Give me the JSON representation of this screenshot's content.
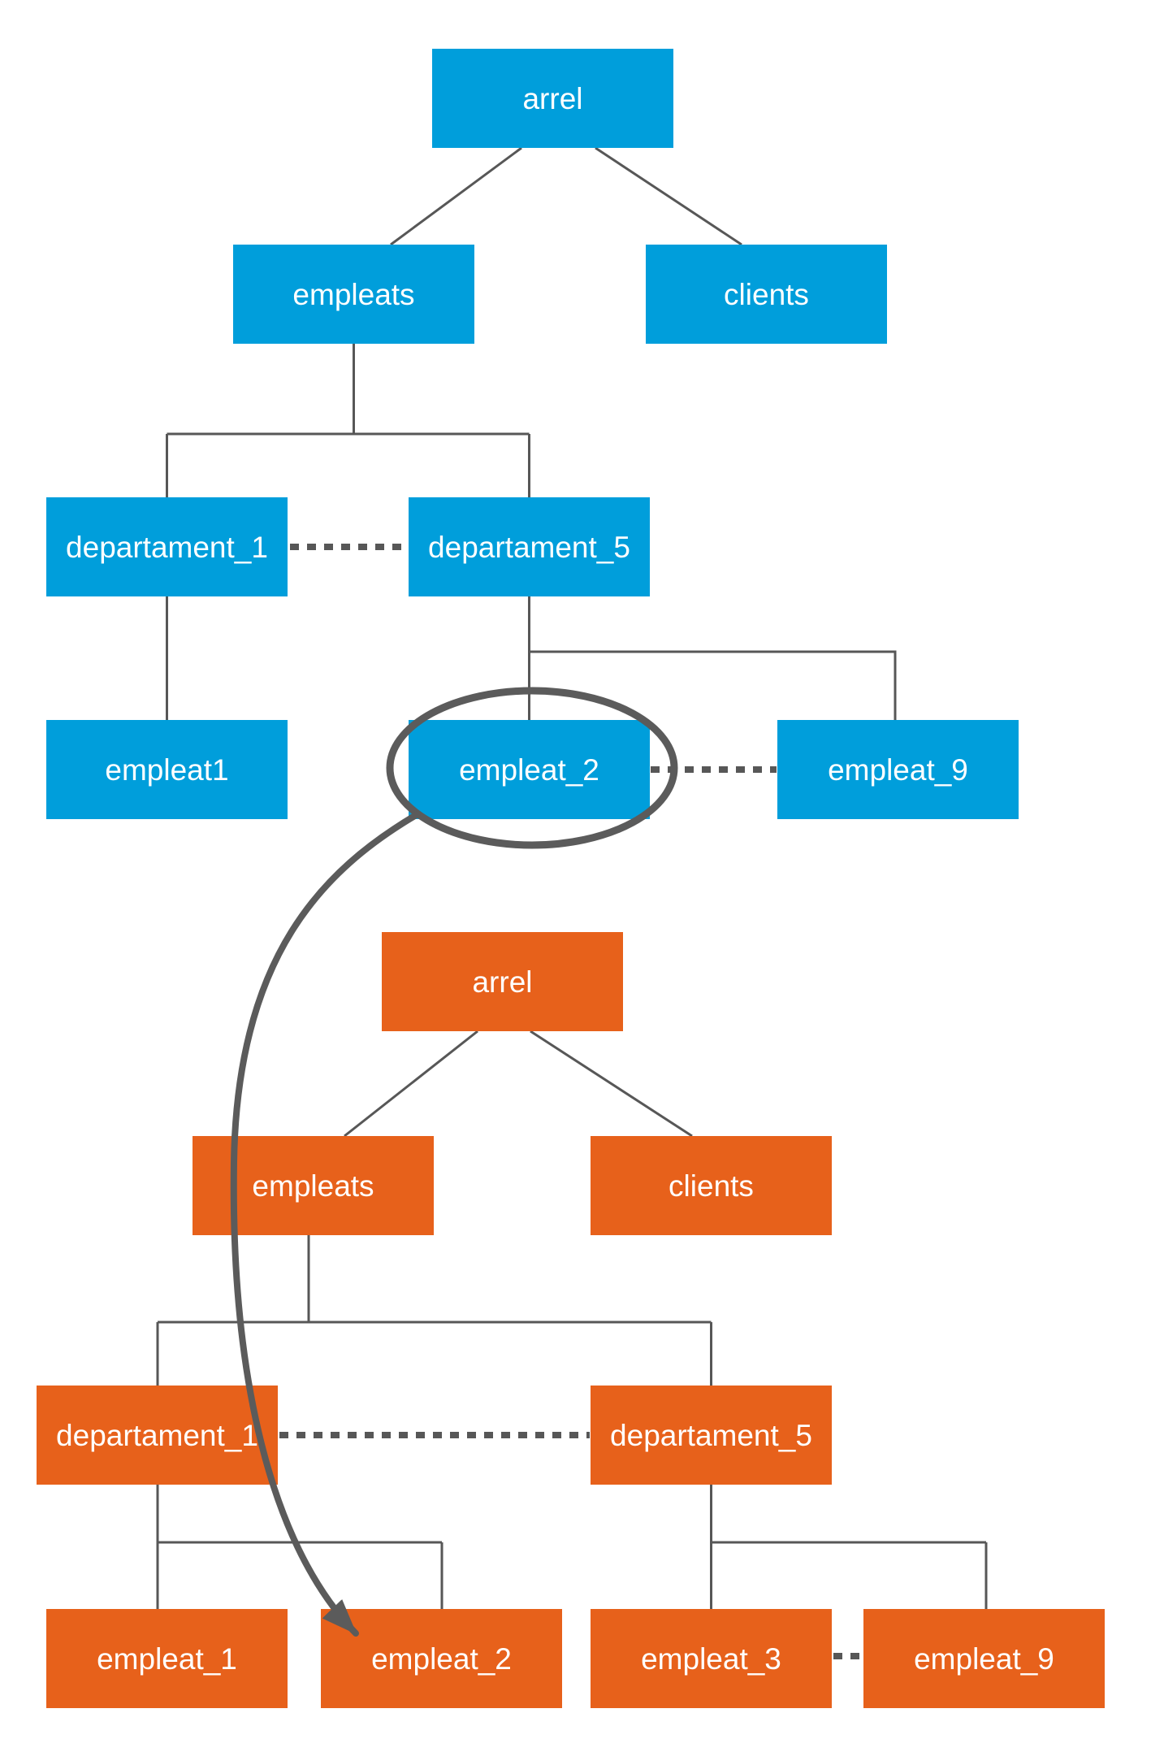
{
  "colors": {
    "blue": "#009edb",
    "orange": "#e7611b",
    "connector": "#575757",
    "highlight": "#5b5b5b",
    "text": "#ffffff",
    "background": "#ffffff"
  },
  "blue_tree": {
    "name": "top tree (blue)",
    "nodes": {
      "arrel": {
        "label": "arrel"
      },
      "empleats": {
        "label": "empleats"
      },
      "clients": {
        "label": "clients"
      },
      "departament_1": {
        "label": "departament_1"
      },
      "departament_5": {
        "label": "departament_5"
      },
      "empleat1": {
        "label": "empleat1"
      },
      "empleat_2": {
        "label": "empleat_2"
      },
      "empleat_9": {
        "label": "empleat_9"
      }
    },
    "edges": [
      "arrel -> empleats",
      "arrel -> clients",
      "empleats -> departament_1",
      "empleats -> departament_5",
      "departament_1 -> empleat1",
      "departament_5 -> empleat_2",
      "departament_5 -> empleat_9"
    ],
    "dashed_links": [
      "departament_1 .. departament_5",
      "empleat_2 .. empleat_9"
    ]
  },
  "orange_tree": {
    "name": "bottom tree (orange)",
    "nodes": {
      "arrel": {
        "label": "arrel"
      },
      "empleats": {
        "label": "empleats"
      },
      "clients": {
        "label": "clients"
      },
      "departament_1": {
        "label": "departament_1"
      },
      "departament_5": {
        "label": "departament_5"
      },
      "empleat_1": {
        "label": "empleat_1"
      },
      "empleat_2": {
        "label": "empleat_2"
      },
      "empleat_3": {
        "label": "empleat_3"
      },
      "empleat_9": {
        "label": "empleat_9"
      }
    },
    "edges": [
      "arrel -> empleats",
      "arrel -> clients",
      "empleats -> departament_1",
      "empleats -> departament_5",
      "departament_1 -> empleat_1",
      "departament_1 -> empleat_2",
      "departament_5 -> empleat_3",
      "departament_5 -> empleat_9"
    ],
    "dashed_links": [
      "departament_1 .. departament_5",
      "empleat_3 .. empleat_9"
    ]
  },
  "annotations": {
    "ellipse_highlight_target": "empleat_2 (top tree)",
    "arrow_from": "empleat_2 (top tree)",
    "arrow_to": "empleat_2 (bottom tree)"
  }
}
